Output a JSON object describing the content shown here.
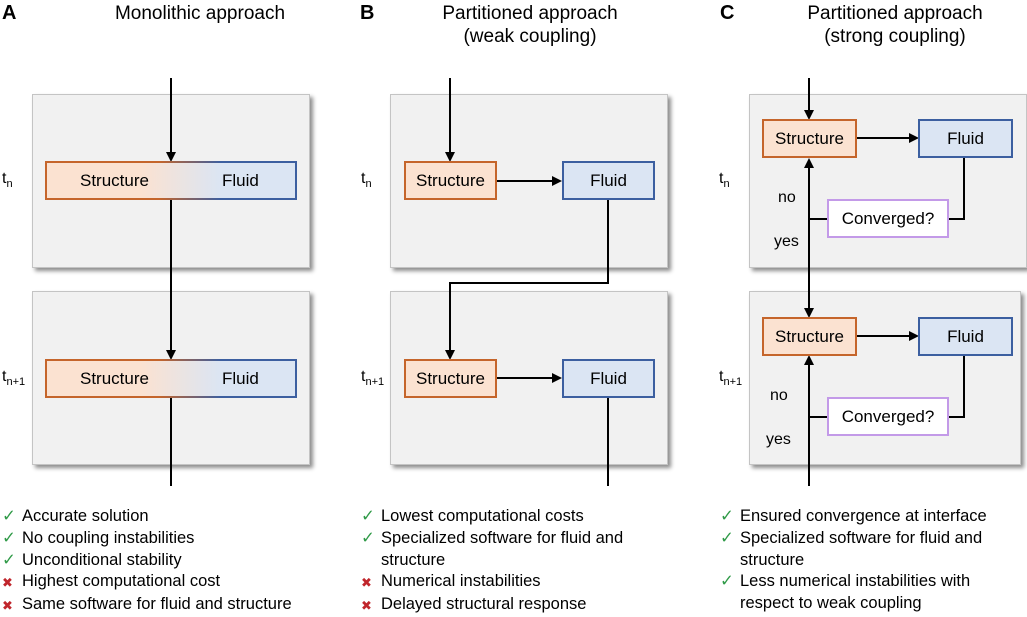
{
  "panels": [
    {
      "letter": "A",
      "title_lines": [
        "Monolithic approach"
      ],
      "steps": [
        {
          "time": "t",
          "time_sub": "n",
          "structure": "Structure",
          "fluid": "Fluid"
        },
        {
          "time": "t",
          "time_sub": "n+1",
          "structure": "Structure",
          "fluid": "Fluid"
        }
      ],
      "bullets": [
        {
          "mark": "check",
          "lines": [
            "Accurate solution"
          ]
        },
        {
          "mark": "check",
          "lines": [
            "No coupling instabilities"
          ]
        },
        {
          "mark": "check",
          "lines": [
            "Unconditional stability"
          ]
        },
        {
          "mark": "cross",
          "lines": [
            "Highest computational cost"
          ]
        },
        {
          "mark": "cross",
          "lines": [
            "Same software for fluid and structure"
          ]
        }
      ]
    },
    {
      "letter": "B",
      "title_lines": [
        "Partitioned approach",
        "(weak coupling)"
      ],
      "steps": [
        {
          "time": "t",
          "time_sub": "n",
          "structure": "Structure",
          "fluid": "Fluid"
        },
        {
          "time": "t",
          "time_sub": "n+1",
          "structure": "Structure",
          "fluid": "Fluid"
        }
      ],
      "bullets": [
        {
          "mark": "check",
          "lines": [
            "Lowest computational costs"
          ]
        },
        {
          "mark": "check",
          "lines": [
            "Specialized software for fluid and",
            "structure"
          ]
        },
        {
          "mark": "cross",
          "lines": [
            "Numerical instabilities"
          ]
        },
        {
          "mark": "cross",
          "lines": [
            "Delayed structural response"
          ]
        }
      ]
    },
    {
      "letter": "C",
      "title_lines": [
        "Partitioned approach",
        "(strong coupling)"
      ],
      "steps": [
        {
          "time": "t",
          "time_sub": "n",
          "structure": "Structure",
          "fluid": "Fluid",
          "converged": "Converged?",
          "no": "no",
          "yes": "yes"
        },
        {
          "time": "t",
          "time_sub": "n+1",
          "structure": "Structure",
          "fluid": "Fluid",
          "converged": "Converged?",
          "no": "no",
          "yes": "yes"
        }
      ],
      "bullets": [
        {
          "mark": "check",
          "lines": [
            "Ensured convergence at interface"
          ]
        },
        {
          "mark": "check",
          "lines": [
            "Specialized software for fluid and",
            "structure"
          ]
        },
        {
          "mark": "check",
          "lines": [
            "Less numerical instabilities with",
            "respect to weak coupling"
          ]
        }
      ]
    }
  ],
  "colors": {
    "structure_fill": "#fbe2d1",
    "structure_border": "#c5652b",
    "fluid_fill": "#dbe5f3",
    "fluid_border": "#3c5fa0",
    "converged_border": "#c39ae8",
    "check": "#2f9a47",
    "cross": "#c0262c"
  }
}
